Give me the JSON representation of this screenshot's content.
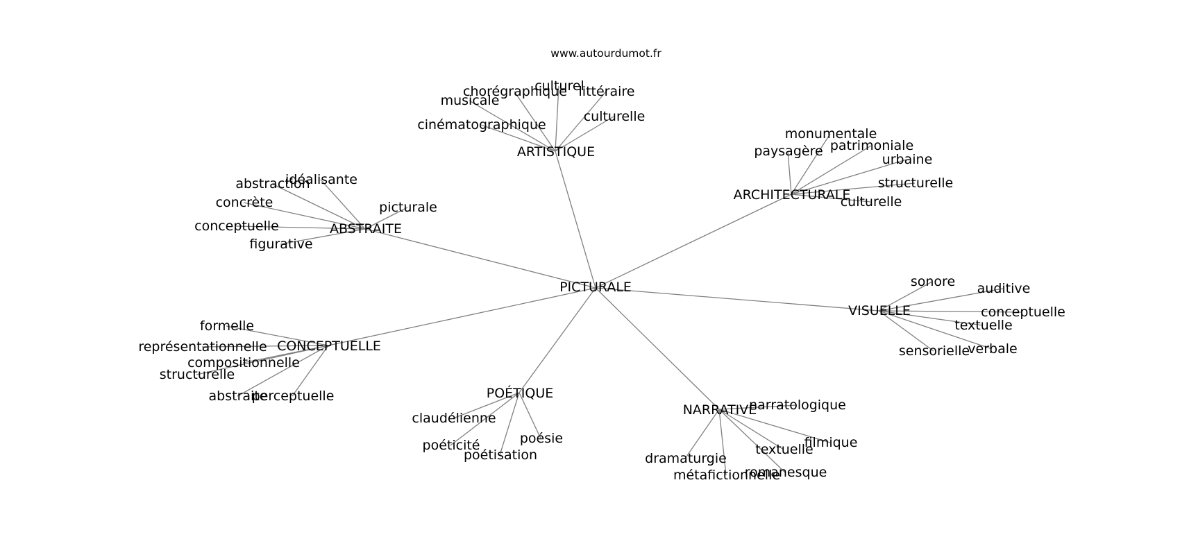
{
  "source": "www.autourdumot.fr",
  "diagram": {
    "root": "PICTURALE",
    "clusters": [
      {
        "label": "ARTISTIQUE",
        "words": [
          "cinématographique",
          "musicale",
          "chorégraphique",
          "culturel",
          "littéraire",
          "culturelle"
        ]
      },
      {
        "label": "ARCHITECTURALE",
        "words": [
          "paysagère",
          "monumentale",
          "patrimoniale",
          "urbaine",
          "structurelle",
          "culturelle"
        ]
      },
      {
        "label": "ABSTRAITE",
        "words": [
          "abstraction",
          "idéalisante",
          "concrète",
          "picturale",
          "conceptuelle",
          "figurative"
        ]
      },
      {
        "label": "VISUELLE",
        "words": [
          "sonore",
          "auditive",
          "conceptuelle",
          "textuelle",
          "verbale",
          "sensorielle"
        ]
      },
      {
        "label": "CONCEPTUELLE",
        "words": [
          "formelle",
          "représentationnelle",
          "compositionnelle",
          "structurelle",
          "abstraite",
          "perceptuelle"
        ]
      },
      {
        "label": "POÉTIQUE",
        "words": [
          "claudélienne",
          "poéticité",
          "poétisation",
          "poésie"
        ]
      },
      {
        "label": "NARRATIVE",
        "words": [
          "narratologique",
          "filmique",
          "textuelle",
          "romanesque",
          "métafictionnelle",
          "dramaturgie"
        ]
      }
    ]
  }
}
